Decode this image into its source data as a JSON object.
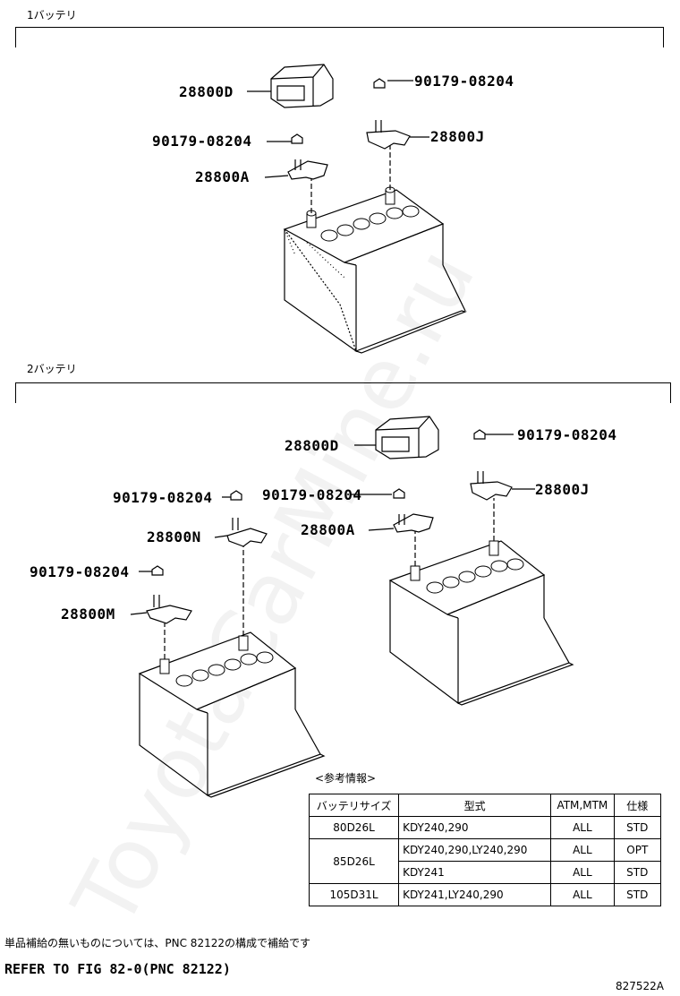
{
  "watermark": "ToyotaCarMine.ru",
  "section1": {
    "label": "1バッテリ",
    "parts": {
      "cover": "28800D",
      "nut_top": "90179-08204",
      "nut_left": "90179-08204",
      "terminal_j": "28800J",
      "terminal_a": "28800A"
    }
  },
  "section2": {
    "label": "2バッテリ",
    "parts": {
      "cover": "28800D",
      "nut_right": "90179-08204",
      "terminal_j": "28800J",
      "nut_mid": "90179-08204",
      "terminal_a": "28800A",
      "nut_left": "90179-08204",
      "terminal_n": "28800N",
      "nut_left2": "90179-08204",
      "terminal_m": "28800M"
    }
  },
  "reference": {
    "caption": "<参考情報>",
    "headers": [
      "バッテリサイズ",
      "型式",
      "ATM,MTM",
      "仕様"
    ],
    "rows": [
      {
        "size": "80D26L",
        "model": "KDY240,290",
        "trans": "ALL",
        "spec": "STD"
      },
      {
        "size": "85D26L",
        "model": "KDY240,290,LY240,290",
        "trans": "ALL",
        "spec": "OPT"
      },
      {
        "size": "",
        "model": "KDY241",
        "trans": "ALL",
        "spec": "STD"
      },
      {
        "size": "105D31L",
        "model": "KDY241,LY240,290",
        "trans": "ALL",
        "spec": "STD"
      }
    ]
  },
  "footer": {
    "note": "単品補給の無いものについては、PNC 82122の構成で補給です",
    "refer": "REFER TO FIG 82-0(PNC 82122)",
    "code": "827522A"
  }
}
